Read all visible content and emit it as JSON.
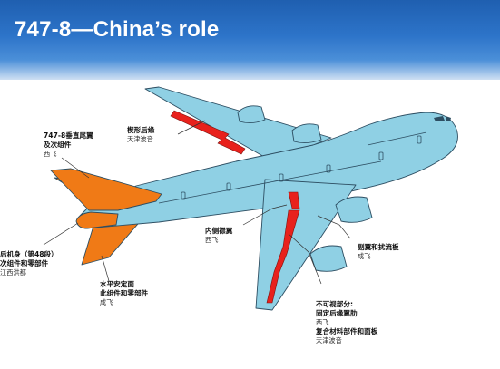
{
  "title": "747-8—China’s role",
  "colors": {
    "fuselage": "#8fd0e4",
    "outline": "#2d4e62",
    "tail": "#f07a16",
    "part_red": "#e8211c",
    "header": "#2d74c9"
  },
  "callouts": [
    {
      "name": "vertical-fin-label",
      "lines": [
        "747-8垂直尾翼",
        "及次组件"
      ],
      "supplier": "西飞"
    },
    {
      "name": "trailing-edge-label",
      "lines": [
        "楔形后缘"
      ],
      "supplier": "天津波音"
    },
    {
      "name": "inboard-flap-label",
      "lines": [
        "内侧襟翼"
      ],
      "supplier": "西飞"
    },
    {
      "name": "aileron-spoiler-label",
      "lines": [
        "副翼和扰流板"
      ],
      "supplier": "成飞"
    },
    {
      "name": "aft-fuselage-label",
      "lines": [
        "后机身（第48段）",
        "次组件和零部件"
      ],
      "supplier": "江西洪都"
    },
    {
      "name": "horizontal-stabilizer-label",
      "lines": [
        "水平安定面",
        "此组件和零部件"
      ],
      "supplier": "成飞"
    },
    {
      "name": "invisible-parts-label",
      "lines": [
        "不可视部分:",
        "固定后缘翼肋"
      ],
      "supplier": "西飞",
      "extra_line": "复合材料部件和面板",
      "extra_supplier": "天津波音"
    }
  ]
}
